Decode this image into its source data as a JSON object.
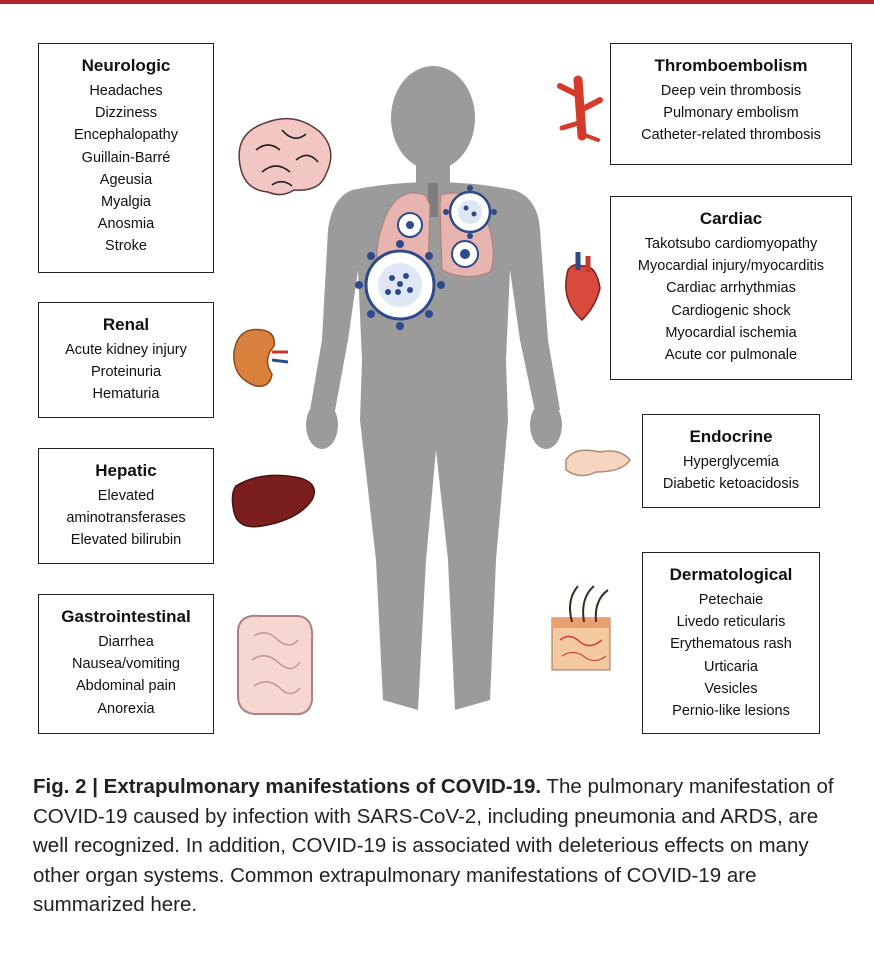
{
  "boxes": {
    "neurologic": {
      "title": "Neurologic",
      "items": [
        "Headaches",
        "Dizziness",
        "Encephalopathy",
        "Guillain-Barré",
        "Ageusia",
        "Myalgia",
        "Anosmia",
        "Stroke"
      ]
    },
    "renal": {
      "title": "Renal",
      "items": [
        "Acute kidney injury",
        "Proteinuria",
        "Hematuria"
      ]
    },
    "hepatic": {
      "title": "Hepatic",
      "items": [
        "Elevated",
        "aminotransferases",
        "Elevated bilirubin"
      ]
    },
    "gastrointestinal": {
      "title": "Gastrointestinal",
      "items": [
        "Diarrhea",
        "Nausea/vomiting",
        "Abdominal pain",
        "Anorexia"
      ]
    },
    "thromboembolism": {
      "title": "Thromboembolism",
      "items": [
        "Deep vein thrombosis",
        "Pulmonary embolism",
        "Catheter-related thrombosis"
      ]
    },
    "cardiac": {
      "title": "Cardiac",
      "items": [
        "Takotsubo cardiomyopathy",
        "Myocardial injury/myocarditis",
        "Cardiac arrhythmias",
        "Cardiogenic shock",
        "Myocardial ischemia",
        "Acute cor pulmonale"
      ]
    },
    "endocrine": {
      "title": "Endocrine",
      "items": [
        "Hyperglycemia",
        "Diabetic ketoacidosis"
      ]
    },
    "dermatological": {
      "title": "Dermatological",
      "items": [
        "Petechaie",
        "Livedo reticularis",
        "Erythematous rash",
        "Urticaria",
        "Vesicles",
        "Pernio-like lesions"
      ]
    }
  },
  "caption": {
    "lead": "Fig. 2 | Extrapulmonary manifestations of COVID-19.",
    "text": " The pulmonary manifestation of COVID-19 caused by infection with SARS-CoV-2, including pneumonia and ARDS, are well recognized. In addition, COVID-19 is associated with deleterious effects on many other organ systems. Common extrapulmonary manifestations of COVID-19 are summarized here."
  },
  "colors": {
    "accent_bar": "#b0232a",
    "body": "#9b9b9b",
    "virus": "#2e4a8c",
    "lung": "#e8b4b0"
  },
  "icons": [
    "brain-icon",
    "kidney-icon",
    "liver-icon",
    "intestine-icon",
    "blood-vessel-icon",
    "heart-icon",
    "pancreas-icon",
    "skin-icon",
    "human-body-icon",
    "lungs-icon",
    "virus-icon"
  ]
}
